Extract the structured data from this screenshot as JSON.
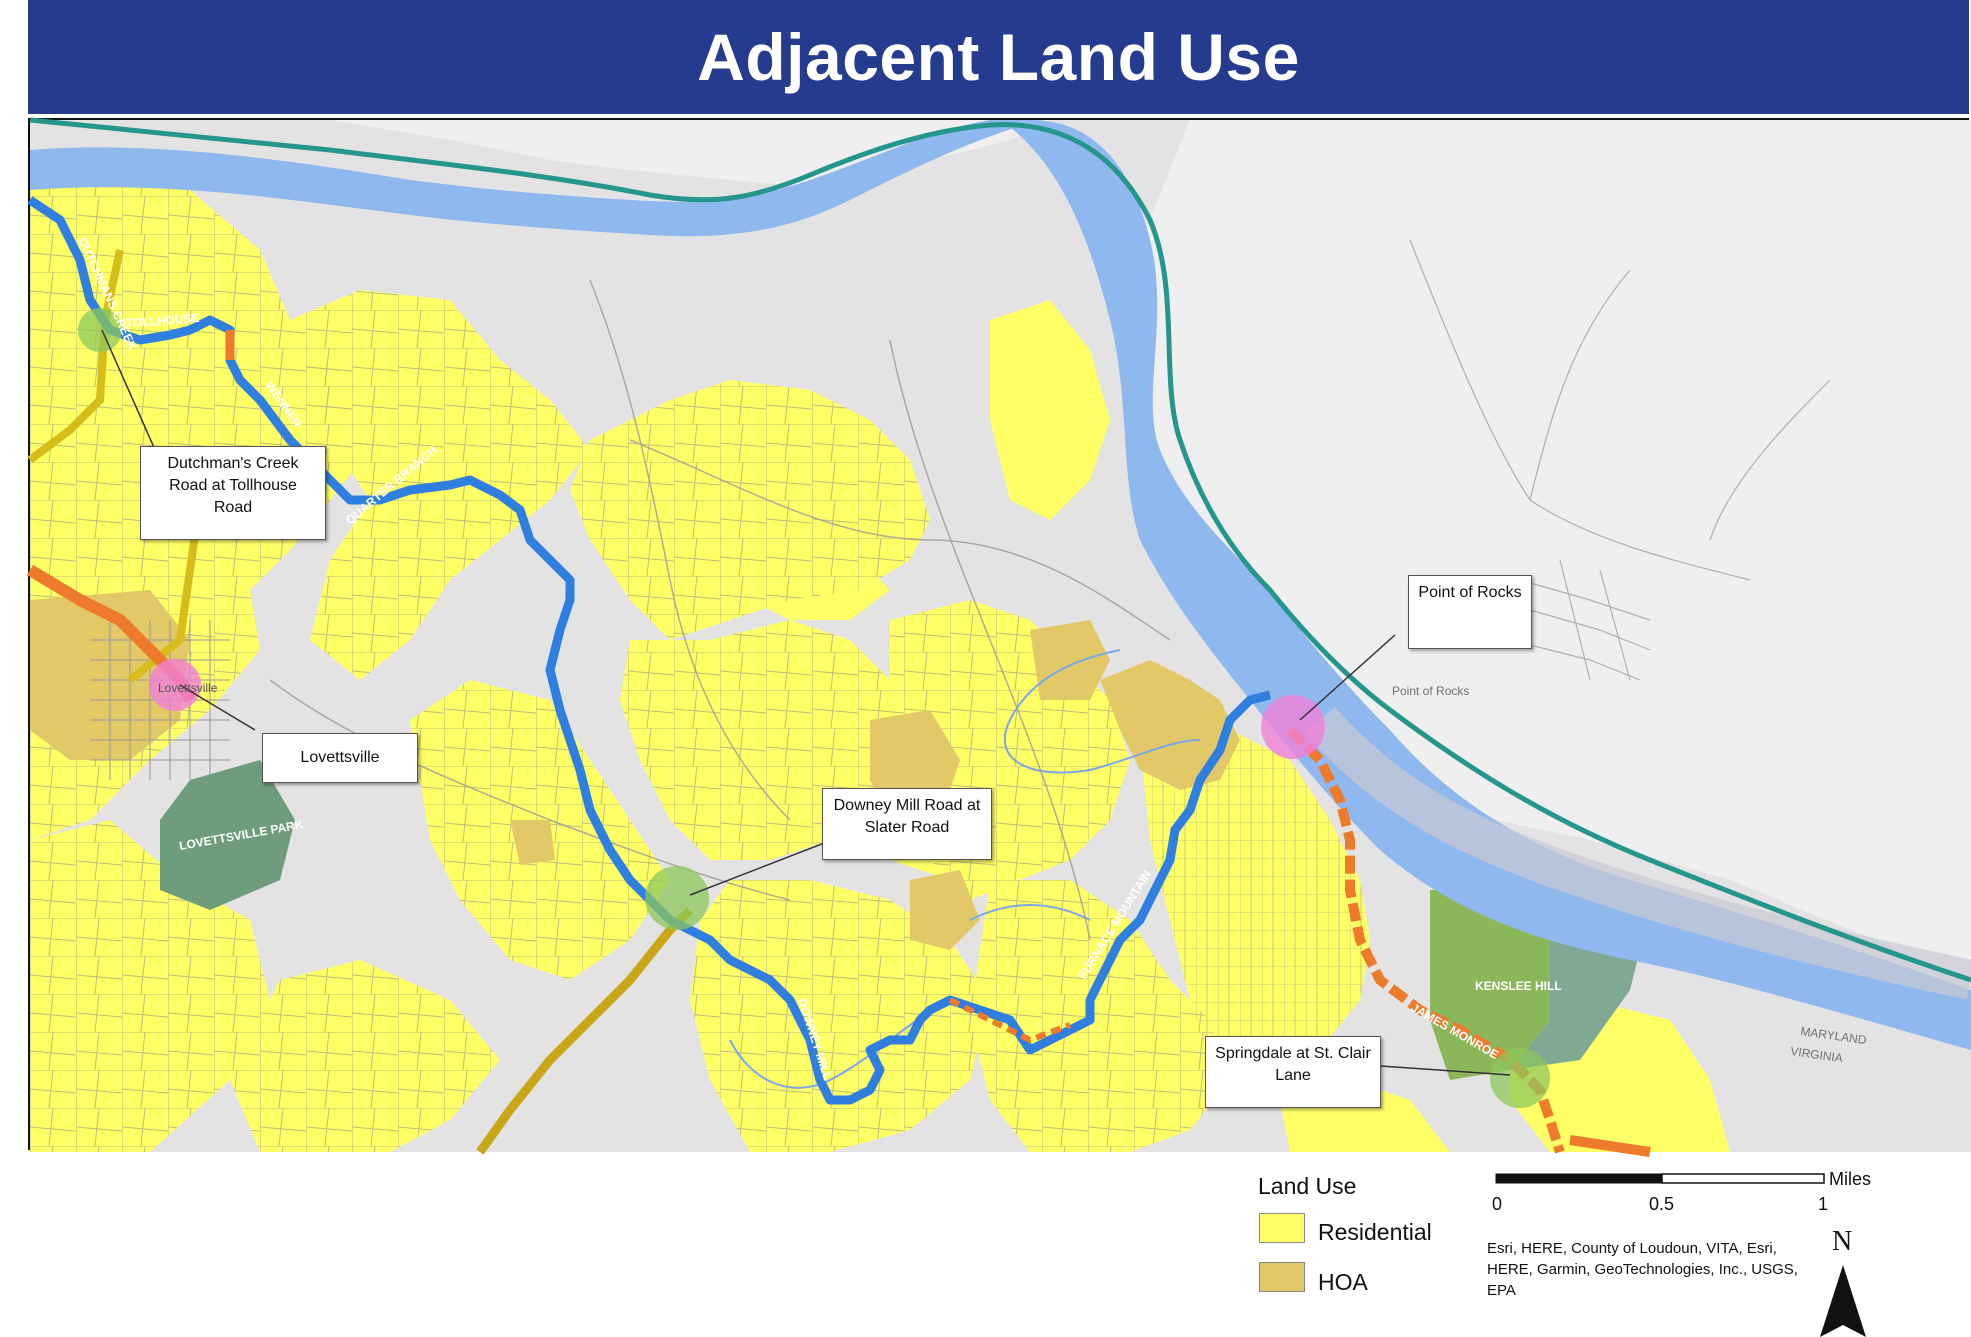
{
  "title": "Adjacent Land Use",
  "callouts": {
    "dutchmans": "Dutchman's Creek Road at Tollhouse Road",
    "lovettsville": "Lovettsville",
    "downey": "Downey Mill Road at Slater Road",
    "point_of_rocks": "Point of Rocks",
    "springdale": "Springdale at St. Clair Lane"
  },
  "map_labels": {
    "dutchmans_creek": "DUTCHMANS CREEK",
    "tollhouse": "TOLLHOUSE",
    "wenner": "WENNER",
    "quarter_branch": "QUARTER BRANCH",
    "downey_mill": "DOWNEY MILL",
    "furnace_mountain": "FURNACE MOUNTAIN",
    "james_monroe": "JAMES MONROE",
    "kenslee_hill": "KENSLEE HILL",
    "lovettsville_park": "LOVETTSVILLE PARK",
    "point_of_rocks_town": "Point of Rocks",
    "maryland": "MARYLAND",
    "virginia": "VIRGINIA",
    "lovettsville_town": "Lovettsville"
  },
  "legend": {
    "title": "Land Use",
    "items": [
      {
        "label": "Residential",
        "color": "#ffff66"
      },
      {
        "label": "HOA",
        "color": "#e3c868"
      }
    ]
  },
  "scale_bar": {
    "unit": "Miles",
    "ticks": [
      "0",
      "0.5",
      "1"
    ]
  },
  "credits": "Esri, HERE, County of Loudoun, VITA, Esri, HERE, Garmin, GeoTechnologies, Inc., USGS, EPA",
  "north_label": "N",
  "colors": {
    "title_bar": "#253c8e",
    "river": "#8fb8ee",
    "boundary": "#24968c",
    "route_blue": "#2f7fe0",
    "route_orange": "#ee7a2c",
    "road_yellow": "#dcc21d",
    "park_green": "#7aa880",
    "residential": "#ffff66",
    "hoa": "#e3c868"
  }
}
